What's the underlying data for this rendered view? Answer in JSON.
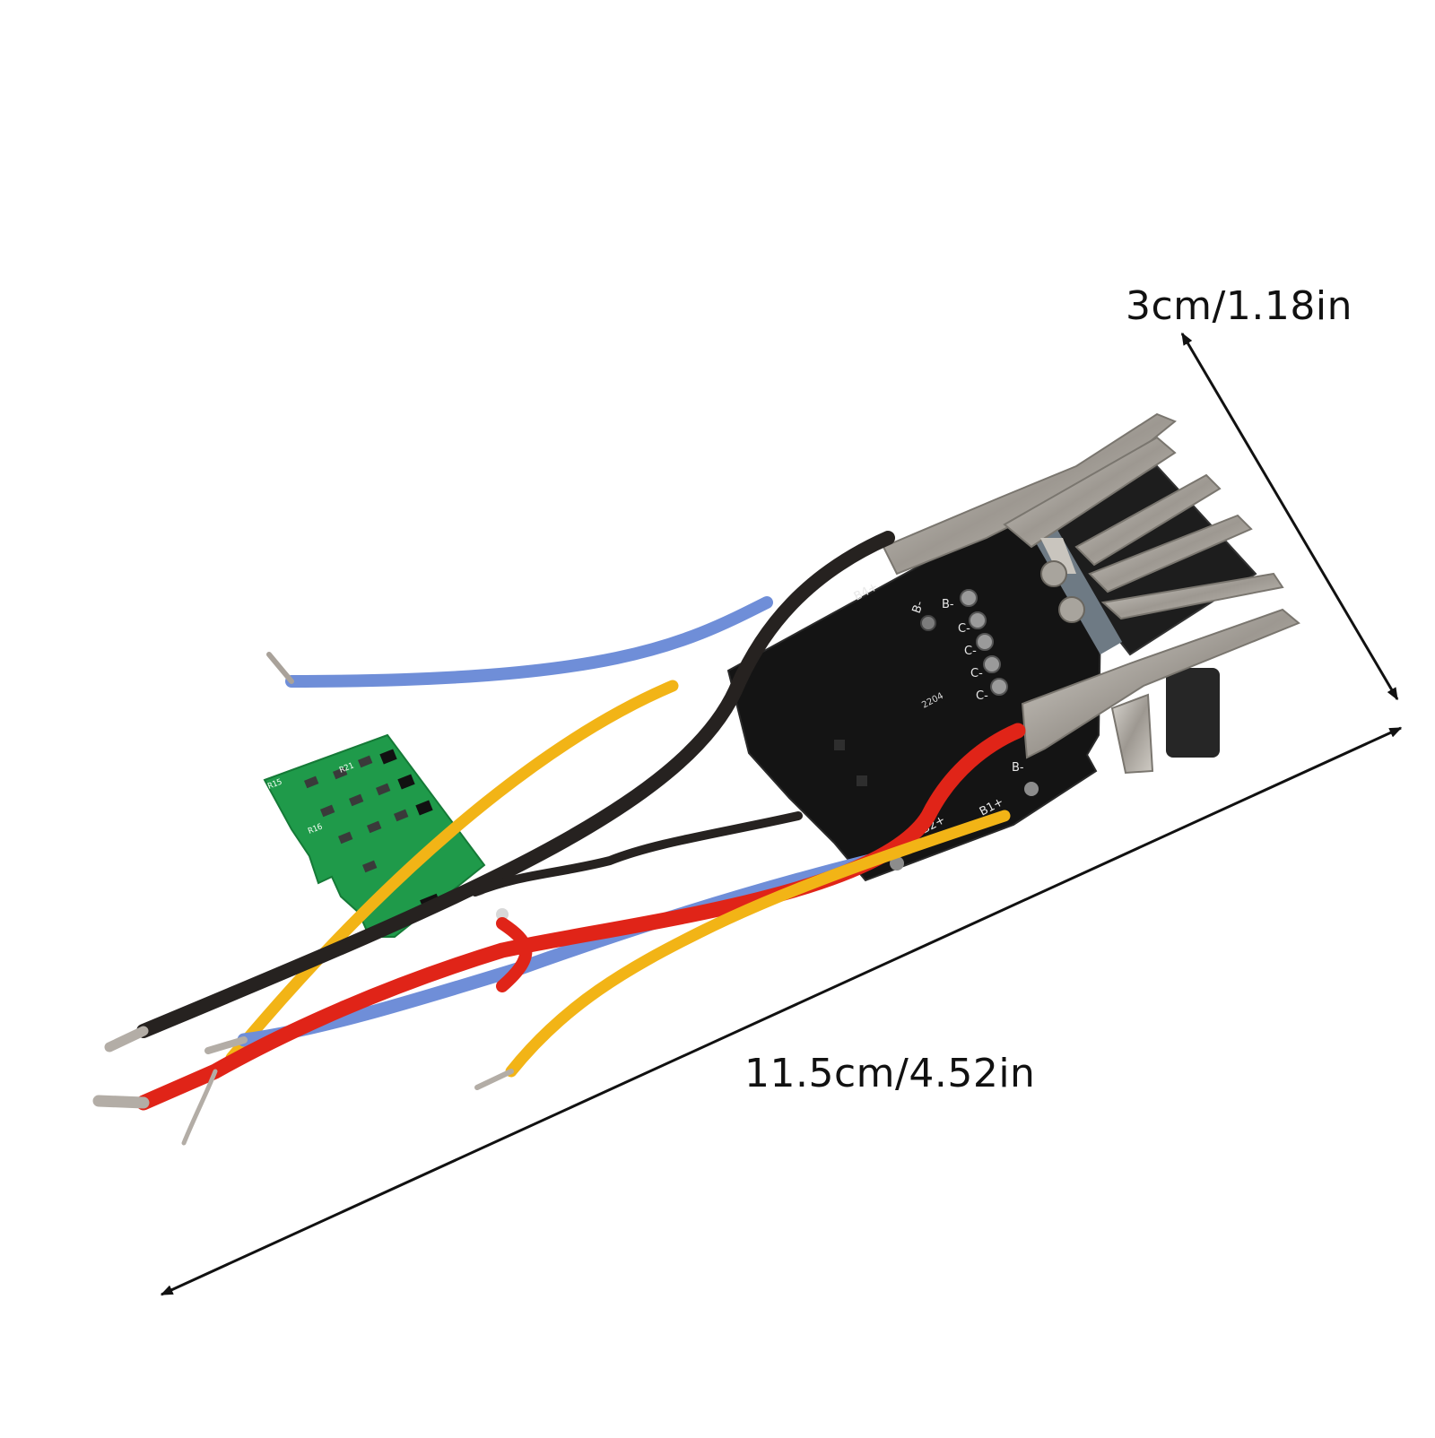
{
  "dimensions": {
    "width_label": "3cm/1.18in",
    "length_label": "11.5cm/4.52in"
  },
  "pcb_labels": {
    "b4_plus": "B4+",
    "b_minus": "B-",
    "b_minus_2": "B-",
    "c1": "C-",
    "c2": "C-",
    "c3": "C-",
    "c4": "C-",
    "code": "2204",
    "b3": "B-",
    "b2_plus": "B2+",
    "b1_plus": "B1+"
  },
  "green_board_labels": {
    "r15": "R15",
    "r16": "R16",
    "r21": "R21"
  },
  "colors": {
    "background": "#ffffff",
    "pcb_black": "#141414",
    "pcb_green": "#1f9a4a",
    "wire_red": "#e02418",
    "wire_blue": "#6f8ed8",
    "wire_yellow": "#f2b416",
    "wire_black": "#262220",
    "metal": "#b9b5ae",
    "arrow": "#111111"
  }
}
